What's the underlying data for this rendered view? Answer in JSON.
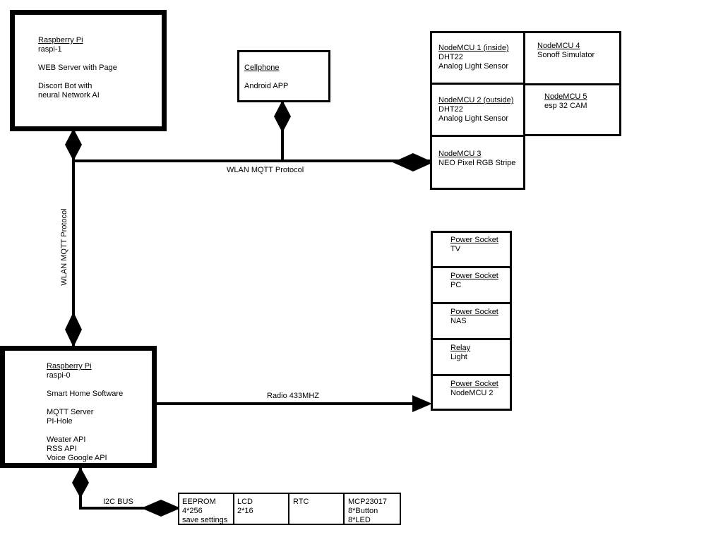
{
  "nodes": {
    "raspi1": {
      "title": "Raspberry Pi",
      "lines": [
        "raspi-1",
        "",
        "WEB Server with Page",
        "",
        "Discort Bot with",
        "neural Network AI"
      ]
    },
    "cellphone": {
      "title": "Cellphone",
      "lines": [
        "",
        "Android APP"
      ]
    },
    "nodemcu1": {
      "title": "NodeMCU 1 (inside)",
      "lines": [
        "DHT22",
        "Analog Light Sensor"
      ]
    },
    "nodemcu4": {
      "title": "NodeMCU 4",
      "lines": [
        "Sonoff Simulator"
      ]
    },
    "nodemcu2": {
      "title": "NodeMCU 2 (outside)",
      "lines": [
        "DHT22",
        "Analog Light Sensor"
      ]
    },
    "nodemcu5": {
      "title": "NodeMCU 5",
      "lines": [
        "esp 32 CAM"
      ]
    },
    "nodemcu3": {
      "title": "NodeMCU 3",
      "lines": [
        "NEO Pixel RGB Stripe"
      ]
    },
    "socket_tv": {
      "title": "Power Socket",
      "lines": [
        "TV"
      ]
    },
    "socket_pc": {
      "title": "Power Socket",
      "lines": [
        "PC"
      ]
    },
    "socket_nas": {
      "title": "Power Socket",
      "lines": [
        "NAS"
      ]
    },
    "relay_light": {
      "title": "Relay",
      "lines": [
        "Light"
      ]
    },
    "socket_nodemcu2": {
      "title": "Power Socket",
      "lines": [
        "NodeMCU 2"
      ]
    },
    "raspi0": {
      "title": "Raspberry Pi",
      "lines": [
        "raspi-0",
        "",
        "Smart Home Software",
        "",
        "MQTT Server",
        "PI-Hole",
        "",
        "Weater API",
        "RSS API",
        "Voice Google API"
      ]
    },
    "eeprom": {
      "title": "",
      "lines": [
        "EEPROM",
        "4*256",
        "save settings"
      ]
    },
    "lcd": {
      "title": "",
      "lines": [
        "LCD",
        "2*16"
      ]
    },
    "rtc": {
      "title": "",
      "lines": [
        "RTC"
      ]
    },
    "mcp": {
      "title": "",
      "lines": [
        "MCP23017",
        "8*Button",
        "8*LED"
      ]
    }
  },
  "edges": {
    "wlan_horizontal": "WLAN MQTT Protocol",
    "wlan_vertical": "WLAN MQTT Protocol",
    "radio": "Radio 433MHZ",
    "i2c": "I2C BUS"
  }
}
